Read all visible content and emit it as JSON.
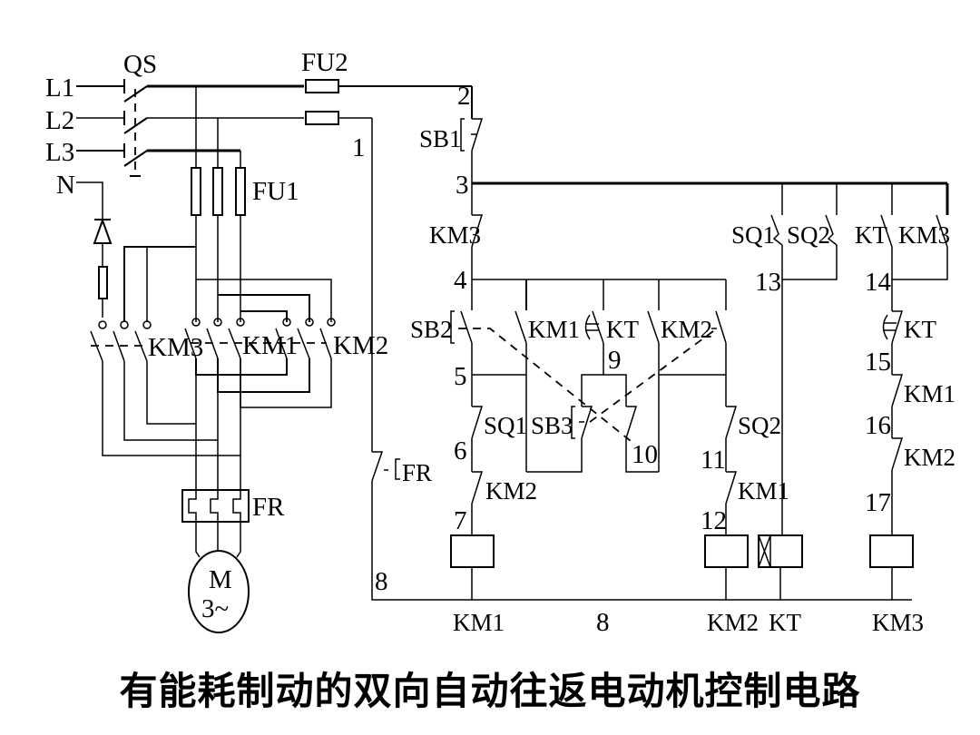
{
  "title": "有能耗制动的双向自动往返电动机控制电路",
  "power_circuit": {
    "lines": [
      "L1",
      "L2",
      "L3",
      "N"
    ],
    "main_switch": "QS",
    "fuse_main": "FU1",
    "fuse_control": "FU2",
    "contactors": [
      "KM3",
      "KM1",
      "KM2"
    ],
    "overload": "FR",
    "motor": {
      "label": "M",
      "phase": "3~"
    }
  },
  "control_circuit": {
    "nodes": [
      "1",
      "2",
      "3",
      "4",
      "5",
      "6",
      "7",
      "8",
      "9",
      "10",
      "11",
      "12",
      "13",
      "14",
      "15",
      "16",
      "17"
    ],
    "components": {
      "stop_button": "SB1",
      "forward_button": "SB2",
      "reverse_button": "SB3",
      "limit_1": "SQ1",
      "limit_2": "SQ2",
      "timer": "KT",
      "km1": "KM1",
      "km2": "KM2",
      "km3": "KM3",
      "overload_contact": "FR"
    },
    "coils": [
      "KM1",
      "KM2",
      "KT",
      "KM3"
    ],
    "bottom_node": "8"
  }
}
